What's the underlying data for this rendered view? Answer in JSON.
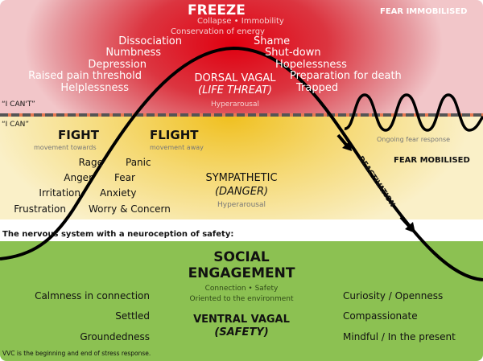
{
  "freeze": {
    "title": "FREEZE",
    "sub1": "Collapse • Immobility",
    "sub2": "Conservation of energy",
    "left": [
      "Dissociation",
      "Numbness",
      "Depression",
      "Raised pain threshold",
      "Helplessness"
    ],
    "right": [
      "Shame",
      "Shut-down",
      "Hopelessness",
      "Preparation for death",
      "Trapped"
    ],
    "dv1": "DORSAL VAGAL",
    "dv2": "(LIFE THREAT)",
    "dv3": "Hyperarousal",
    "fear_immobilised": "FEAR IMMOBILISED",
    "i_cant": "“I CAN'T”"
  },
  "sympathetic": {
    "i_can": "“I CAN”",
    "fight": "FIGHT",
    "fight_sub": "movement towards",
    "flight": "FLIGHT",
    "flight_sub": "movement away",
    "fight_words": [
      "Rage",
      "Anger",
      "Irritation",
      "Frustration"
    ],
    "flight_words": [
      "Panic",
      "Fear",
      "Anxiety",
      "Worry & Concern"
    ],
    "s1": "SYMPATHETIC",
    "s2": "(DANGER)",
    "s3": "Hyperarousal",
    "ongoing": "Ongoing fear response",
    "fear_mobilised": "FEAR MOBILISED",
    "deactivation": "DEACTIVATION"
  },
  "safety_heading": "The nervous system with a neuroception of safety:",
  "social": {
    "t1": "SOCIAL",
    "t2": "ENGAGEMENT",
    "sub1": "Connection • Safety",
    "sub2": "Oriented to the environment",
    "left": [
      "Calmness in connection",
      "Settled",
      "Groundedness"
    ],
    "right": [
      "Curiosity / Openness",
      "Compassionate",
      "Mindful / In the present"
    ],
    "vv1": "VENTRAL VAGAL",
    "vv2": "(SAFETY)",
    "footer": "VVC is the beginning and end of stress response."
  }
}
